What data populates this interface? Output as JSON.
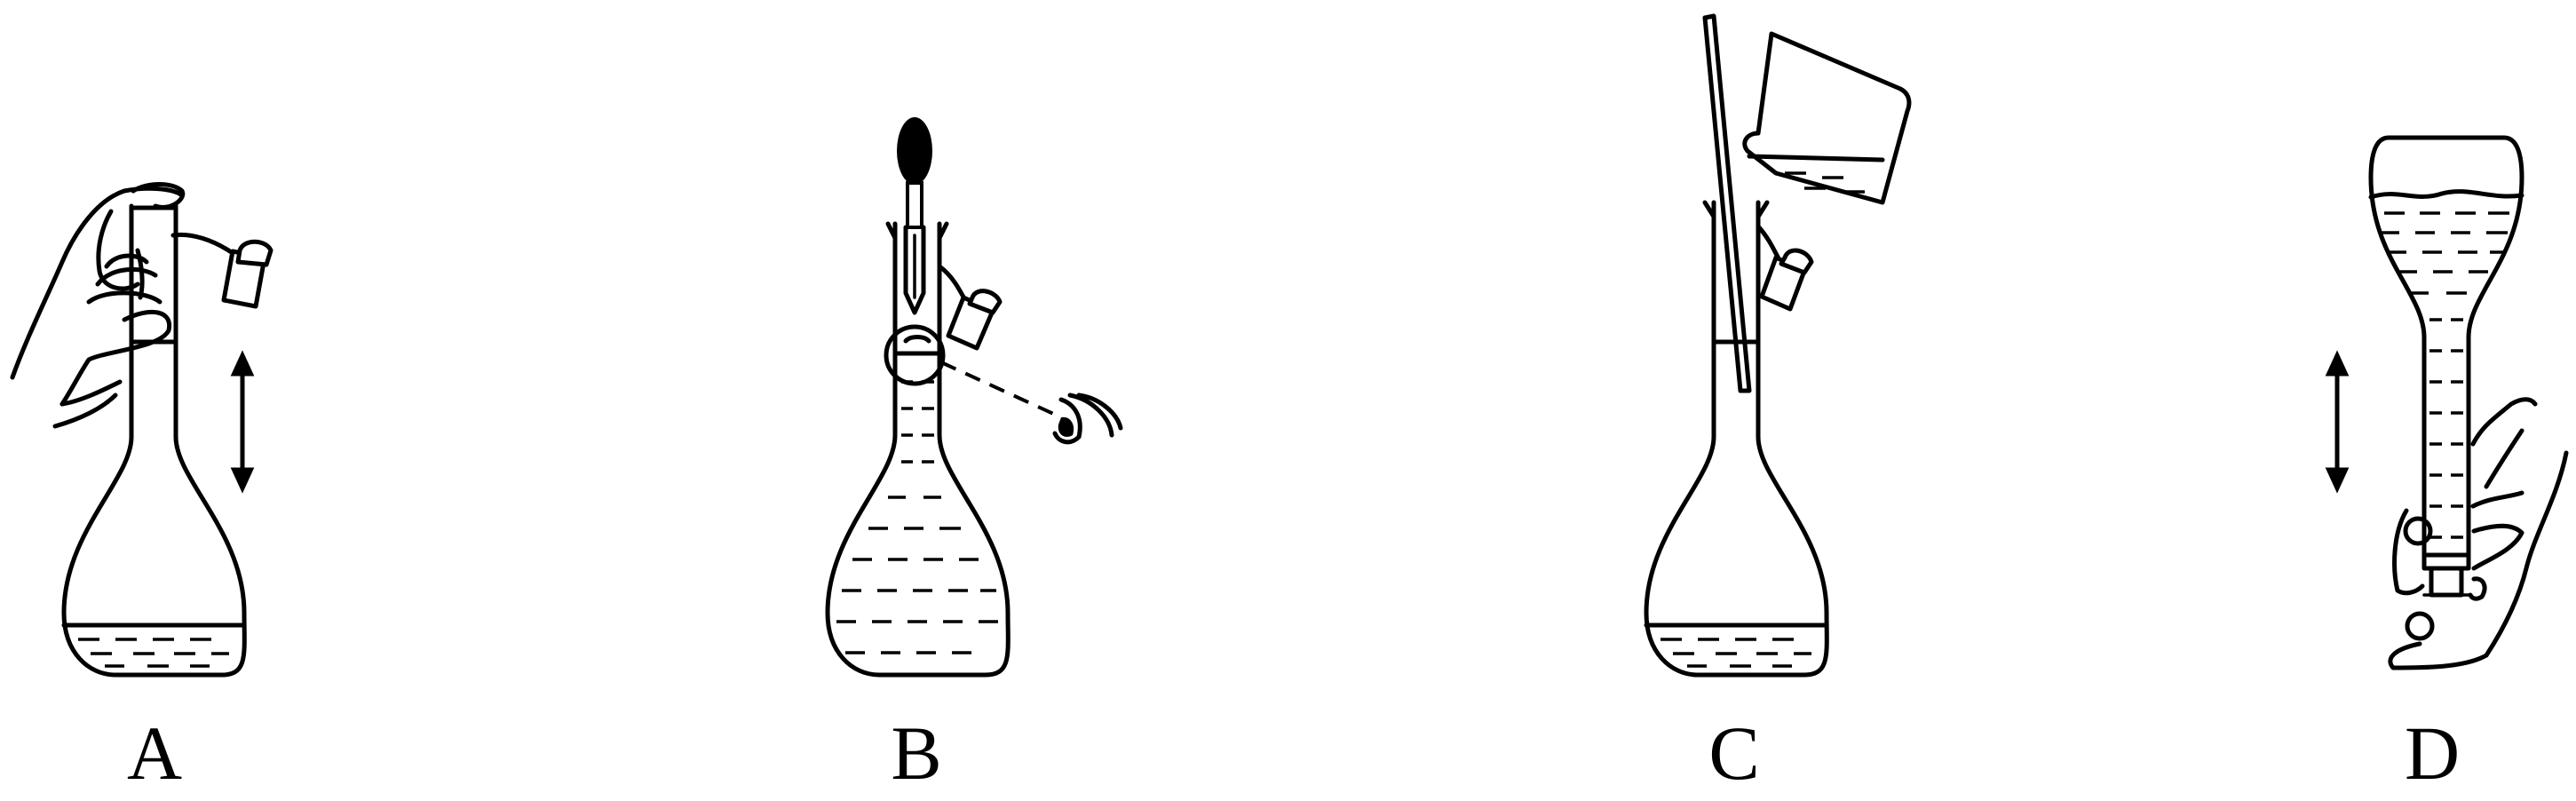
{
  "figure": {
    "panels": [
      {
        "id": "A",
        "label": "A",
        "scene": "flask-stoppered-shake",
        "icons": [
          "hand-icon",
          "stopper-icon",
          "double-arrow-icon"
        ]
      },
      {
        "id": "B",
        "label": "B",
        "scene": "dropper-top-up-eye-level",
        "icons": [
          "dropper-icon",
          "stopper-icon",
          "eye-icon"
        ]
      },
      {
        "id": "C",
        "label": "C",
        "scene": "pour-along-glass-rod",
        "icons": [
          "beaker-icon",
          "glass-rod-icon",
          "stopper-icon"
        ]
      },
      {
        "id": "D",
        "label": "D",
        "scene": "inverted-flask-shake",
        "icons": [
          "hand-icon",
          "double-arrow-icon"
        ]
      }
    ],
    "colors": {
      "line": "#000000",
      "background": "#ffffff"
    }
  }
}
